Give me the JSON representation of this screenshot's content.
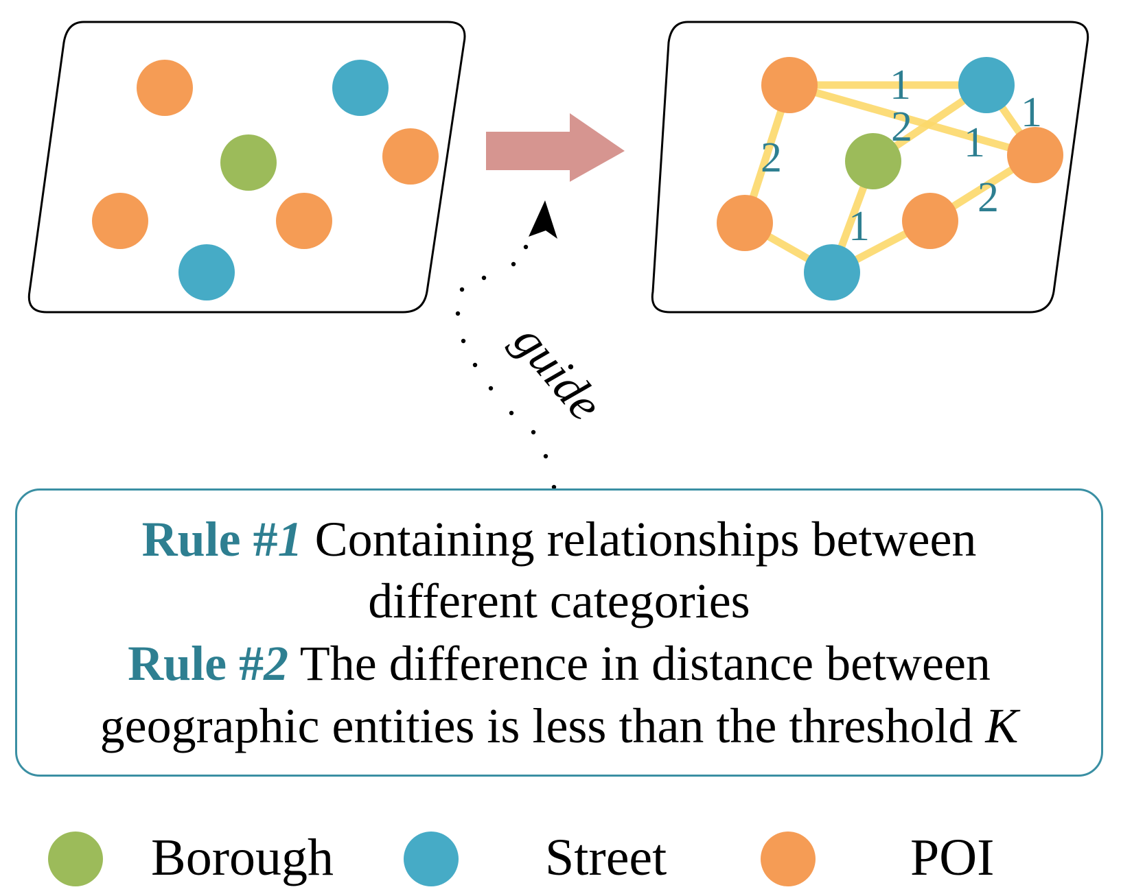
{
  "colors": {
    "borough": "#9cbb5a",
    "street": "#46abc6",
    "poi": "#f59c55",
    "edge": "#fcd86a",
    "arrow": "#d69590",
    "rule_accent": "#2e7f91",
    "weight_text": "#2e7f91",
    "box_border": "#3a8fa3"
  },
  "guide_label": "guide",
  "edge_weights": {
    "poi1_street1": "1",
    "poi1_poi4": "2",
    "street1_poi2": "1",
    "poi1_poi2": "1",
    "borough_street1": "2",
    "borough_street2": "1",
    "poi2_poi3": "2"
  },
  "rules": [
    {
      "tag": "Rule #",
      "number": "1",
      "text_line1": " Containing relationships between",
      "text_line2": "different categories"
    },
    {
      "tag": "Rule #",
      "number": "2",
      "text_line1": " The difference in distance between",
      "text_line2_prefix": "geographic entities is less than the threshold ",
      "threshold_symbol": "K"
    }
  ],
  "legend": [
    {
      "label": "Borough",
      "color": "#9cbb5a",
      "icon": "circle-icon"
    },
    {
      "label": "Street",
      "color": "#46abc6",
      "icon": "circle-icon"
    },
    {
      "label": "POI",
      "color": "#f59c55",
      "icon": "circle-icon"
    }
  ]
}
